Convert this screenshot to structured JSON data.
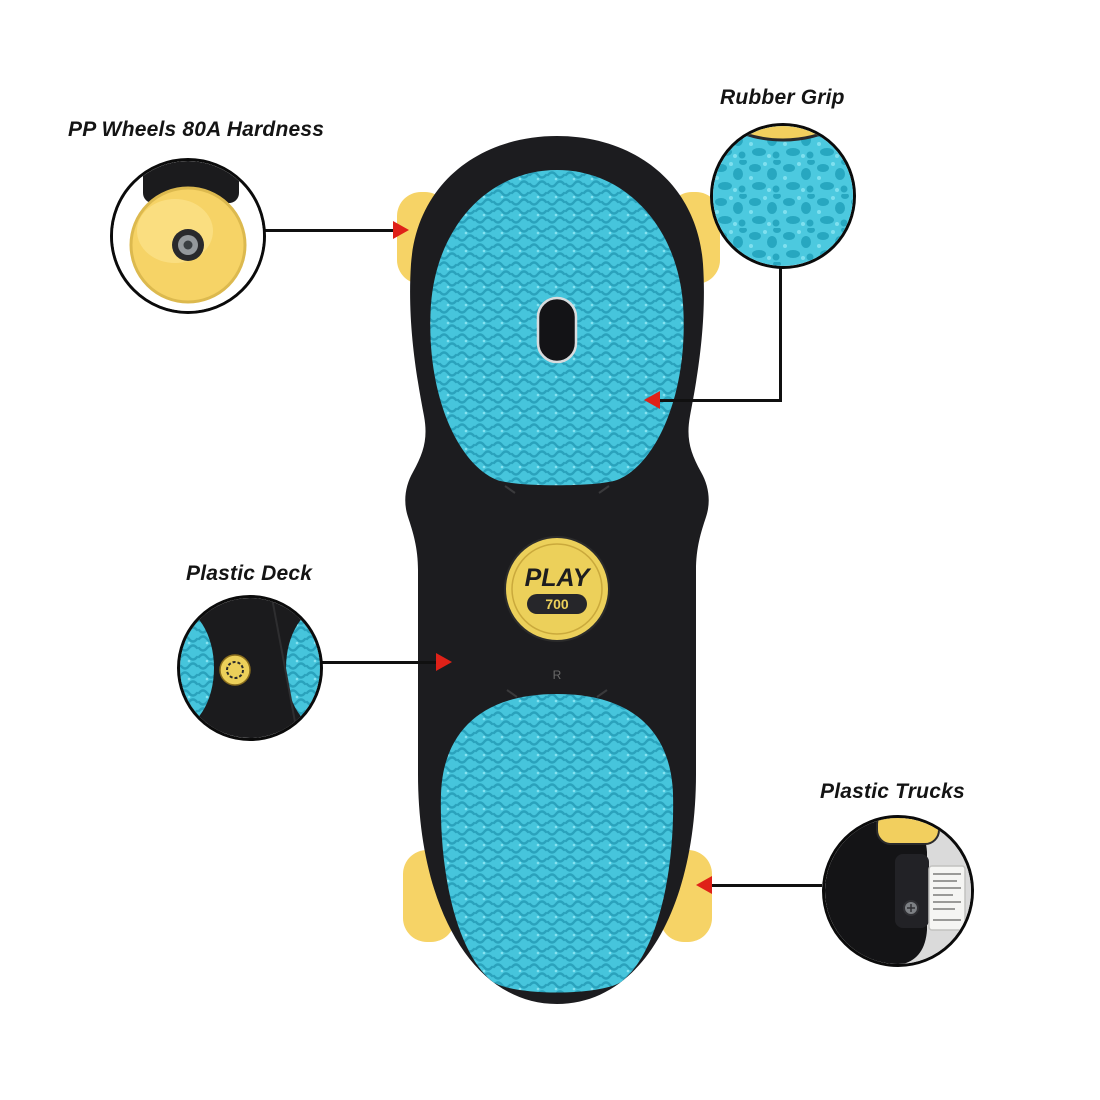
{
  "labels": {
    "wheels": "PP Wheels 80A Hardness",
    "rubber_grip": "Rubber Grip",
    "plastic_deck": "Plastic Deck",
    "plastic_trucks": "Plastic Trucks"
  },
  "board": {
    "logo_line1": "PLAY",
    "logo_line2": "700",
    "deck_mark": "R"
  },
  "colors": {
    "background": "#ffffff",
    "deck_black": "#1c1c1f",
    "grip_blue": "#46c5dc",
    "grip_blue_dark": "#2aa2bc",
    "wheel_yellow": "#f6d366",
    "logo_yellow": "#ecd05a",
    "arrow_red": "#df2118",
    "connector_line": "#101010"
  }
}
